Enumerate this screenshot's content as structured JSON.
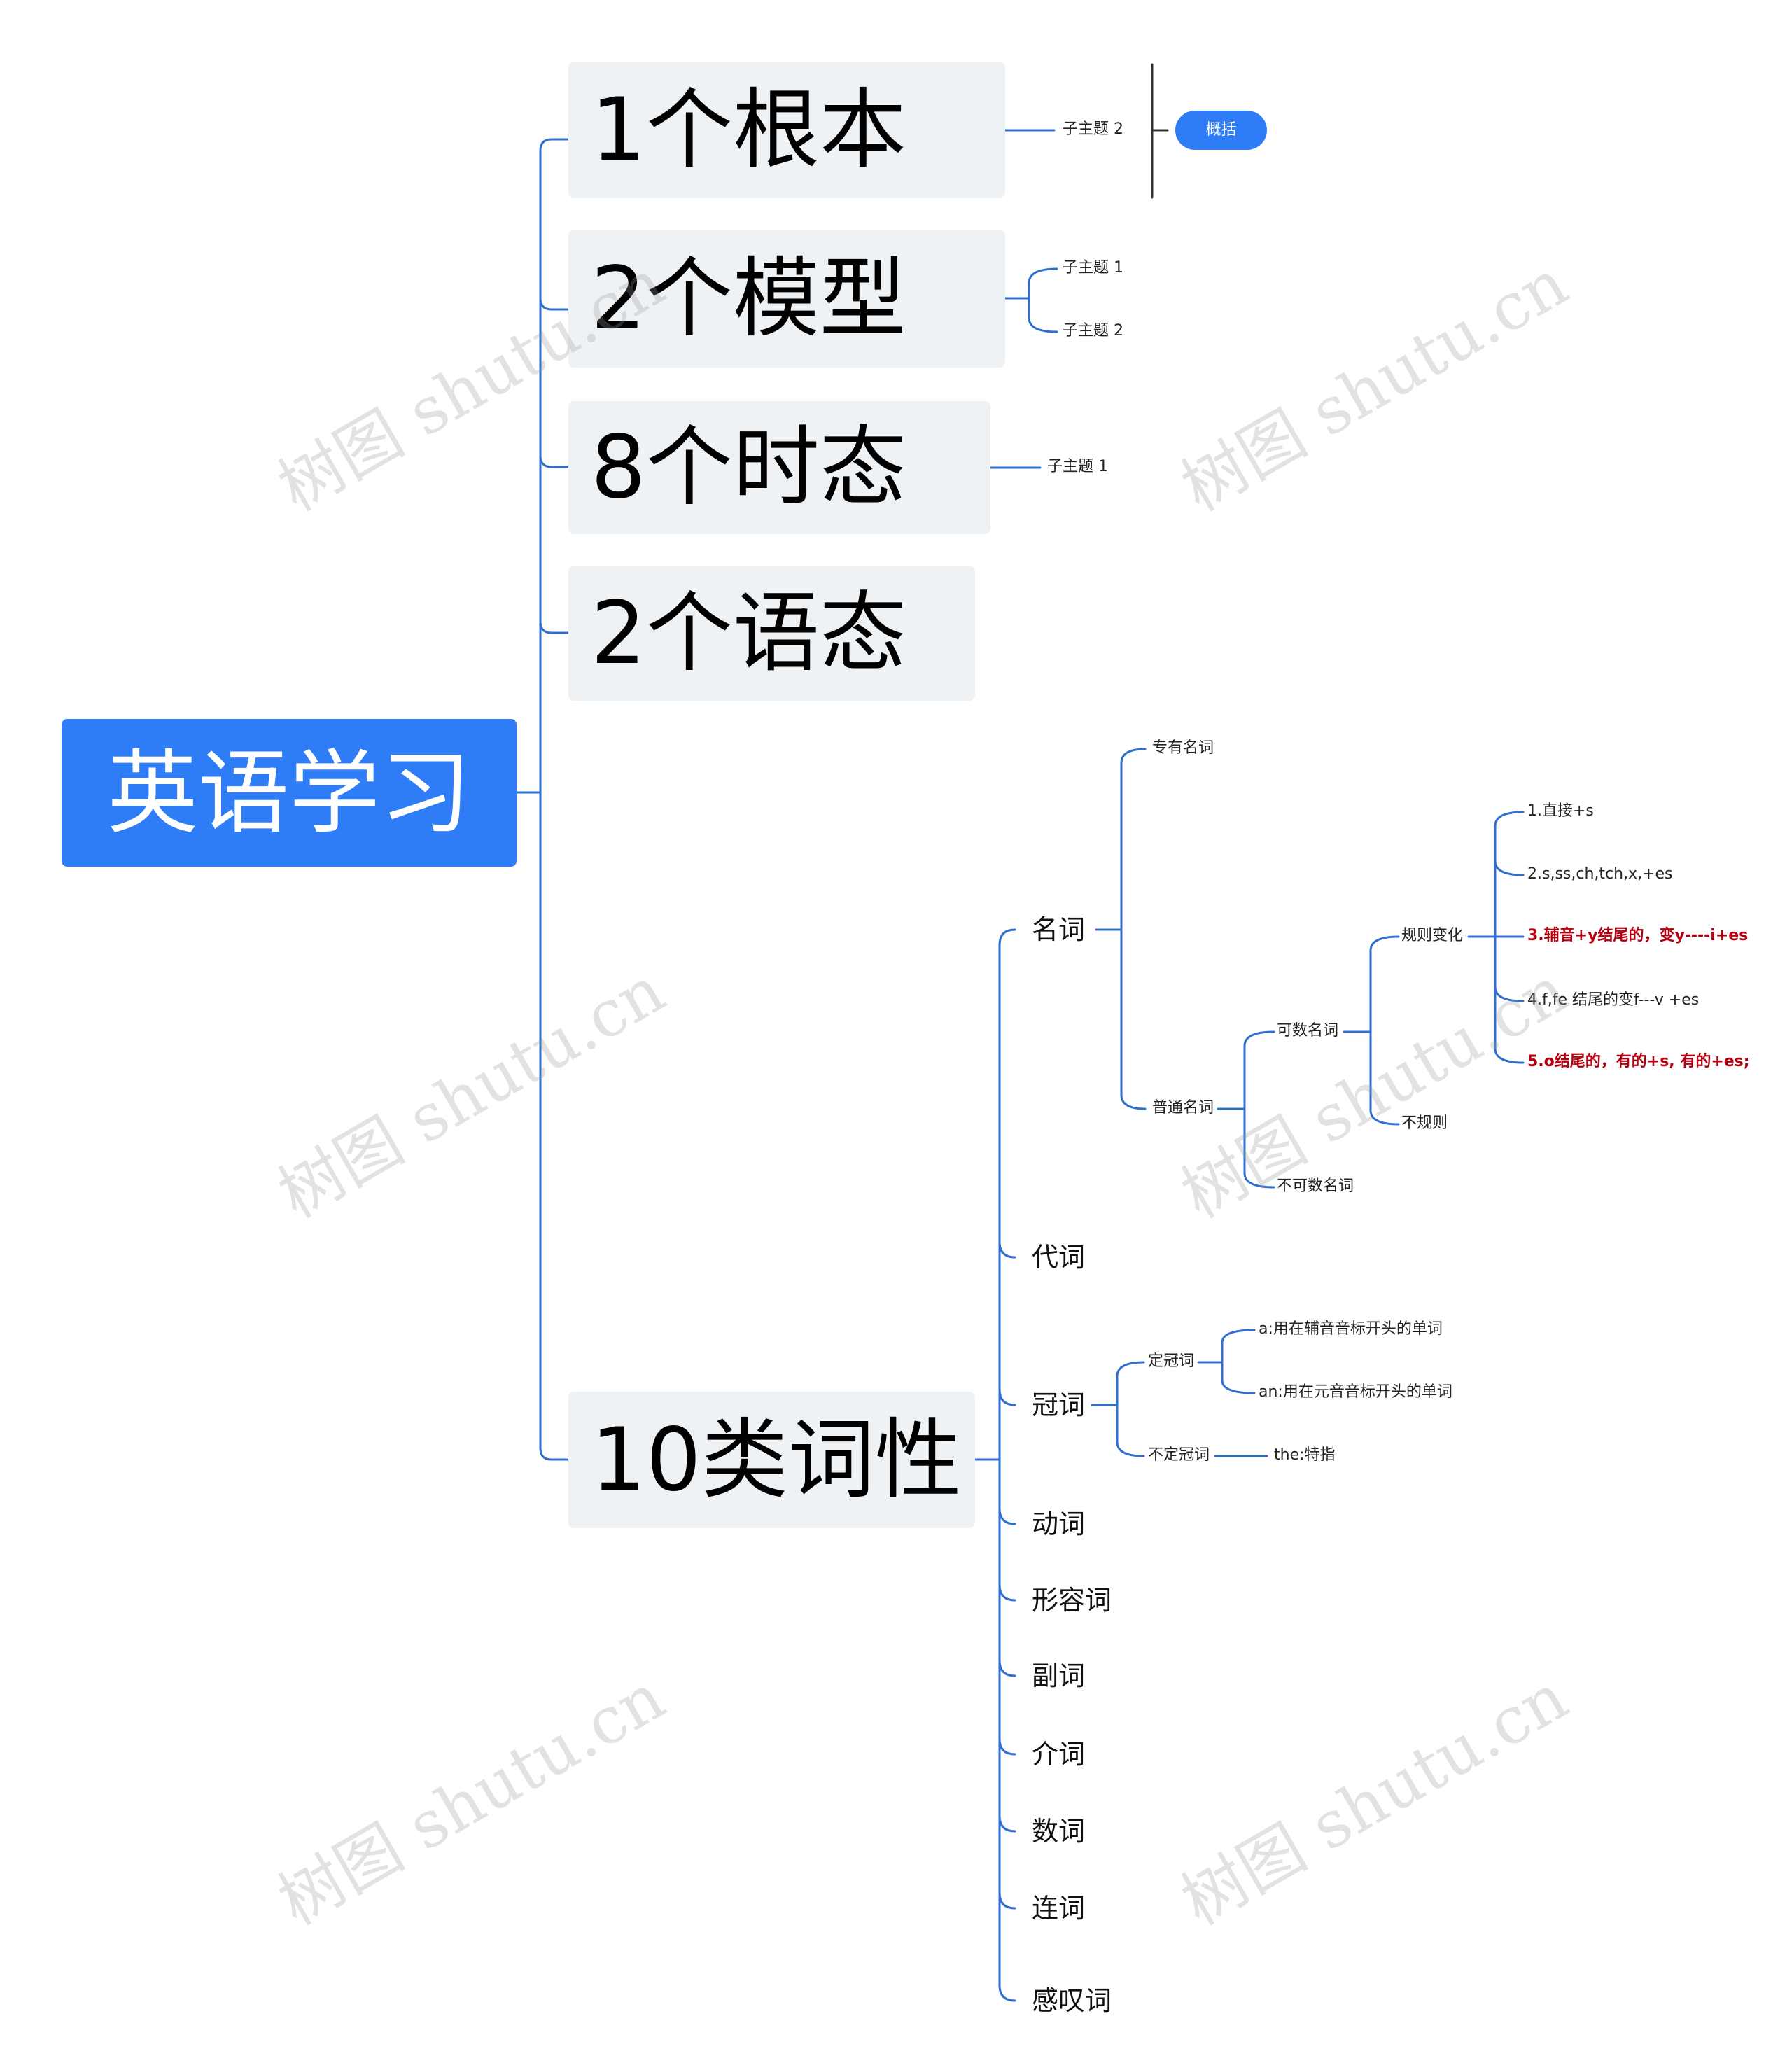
{
  "root": {
    "label": "英语学习"
  },
  "main": {
    "basic": "1个根本",
    "models": "2个模型",
    "tenses": "8个时态",
    "voices": "2个语态",
    "pos": "10类词性"
  },
  "basic_children": {
    "sub2": "子主题 2",
    "summary": "概括"
  },
  "models_children": {
    "sub1": "子主题 1",
    "sub2": "子主题 2"
  },
  "tenses_children": {
    "sub1": "子主题 1"
  },
  "pos_children": {
    "noun": "名词",
    "pronoun": "代词",
    "article": "冠词",
    "verb": "动词",
    "adjective": "形容词",
    "adverb": "副词",
    "preposition": "介词",
    "numeral": "数词",
    "conjunction": "连词",
    "interjection": "感叹词"
  },
  "noun": {
    "proper": "专有名词",
    "common": "普通名词",
    "countable": "可数名词",
    "uncountable": "不可数名词",
    "regular": "规则变化",
    "irregular": "不规则",
    "rules": [
      "1.直接+s",
      "2.s,ss,ch,tch,x,+es",
      "3.辅音+y结尾的，变y----i+es",
      "4.f,fe 结尾的变f---v +es",
      "5.o结尾的，有的+s, 有的+es;"
    ]
  },
  "article": {
    "definite": "定冠词",
    "indefinite": "不定冠词",
    "a_rule": "a:用在辅音音标开头的单词",
    "an_rule": "an:用在元音音标开头的单词",
    "the_rule": "the:特指"
  },
  "watermark": "树图 shutu.cn",
  "colors": {
    "accent": "#2f7df6",
    "line": "#2f6fd0",
    "box": "#eff2f5",
    "red": "#b3000f"
  }
}
